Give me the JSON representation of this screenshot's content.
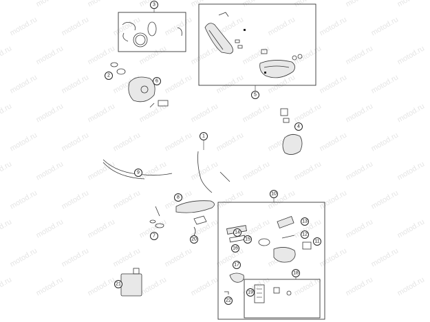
{
  "diagram": {
    "watermark": "motod.ru",
    "callouts": [
      {
        "id": "c1",
        "label": "1"
      },
      {
        "id": "c2",
        "label": "2"
      },
      {
        "id": "c3",
        "label": "3"
      },
      {
        "id": "c4",
        "label": "4"
      },
      {
        "id": "c5",
        "label": "5"
      },
      {
        "id": "c6",
        "label": "6"
      },
      {
        "id": "c7",
        "label": "7"
      },
      {
        "id": "c8",
        "label": "8"
      },
      {
        "id": "c9",
        "label": "9"
      },
      {
        "id": "c10",
        "label": "10"
      },
      {
        "id": "c11",
        "label": "11"
      },
      {
        "id": "c12",
        "label": "12"
      },
      {
        "id": "c13",
        "label": "13"
      },
      {
        "id": "c14",
        "label": "14"
      },
      {
        "id": "c15",
        "label": "15"
      },
      {
        "id": "c16",
        "label": "16"
      },
      {
        "id": "c17",
        "label": "17"
      },
      {
        "id": "c18",
        "label": "18"
      },
      {
        "id": "c19",
        "label": "19"
      },
      {
        "id": "c20",
        "label": "20"
      },
      {
        "id": "c21",
        "label": "21"
      },
      {
        "id": "c22",
        "label": "22"
      }
    ]
  }
}
